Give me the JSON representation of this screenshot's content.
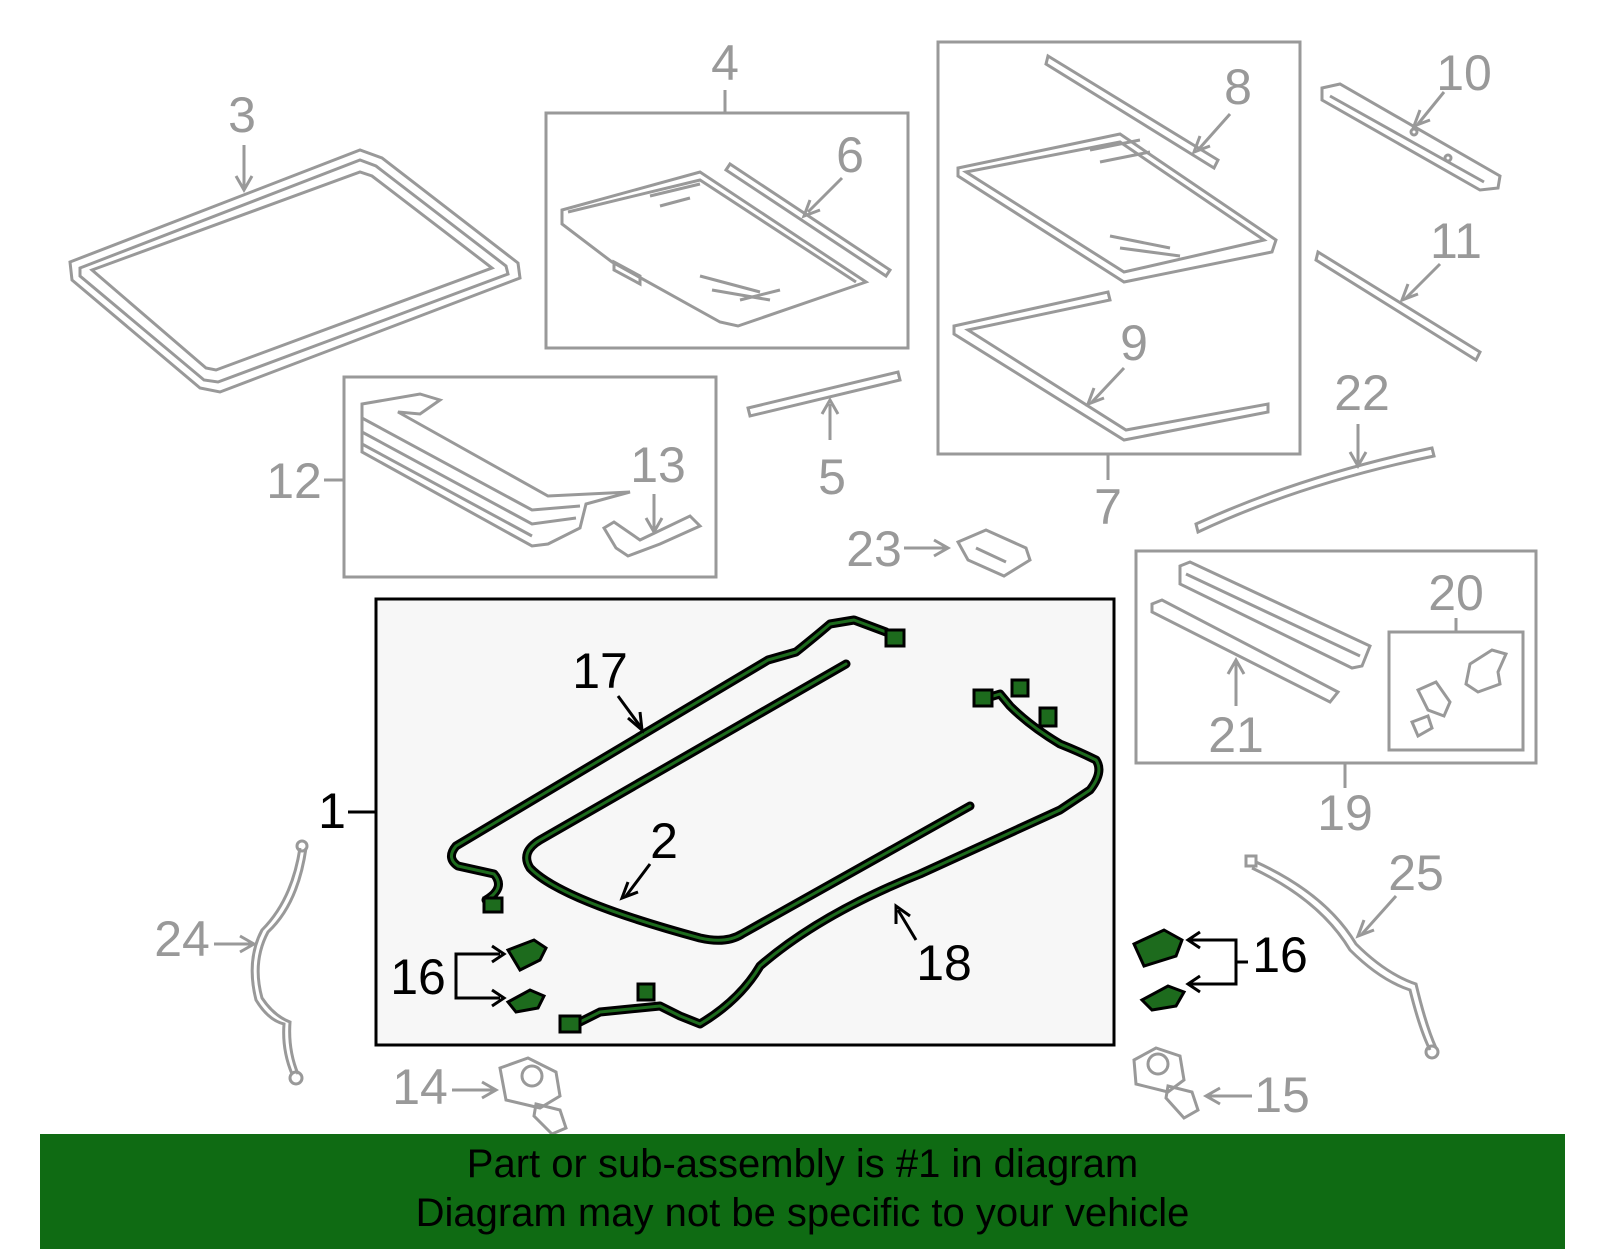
{
  "callouts": {
    "n1": "1",
    "n2": "2",
    "n3": "3",
    "n4": "4",
    "n5": "5",
    "n6": "6",
    "n7": "7",
    "n8": "8",
    "n9": "9",
    "n10": "10",
    "n11": "11",
    "n12": "12",
    "n13": "13",
    "n14": "14",
    "n15": "15",
    "n16a": "16",
    "n16b": "16",
    "n17": "17",
    "n18": "18",
    "n19": "19",
    "n20": "20",
    "n21": "21",
    "n22": "22",
    "n23": "23",
    "n24": "24",
    "n25": "25"
  },
  "banner": {
    "line1": "Part or sub-assembly is #1 in diagram",
    "line2": "Diagram may not be specific to your vehicle"
  },
  "colors": {
    "banner": "#0f6b13",
    "highlight_part": "#1d6b1d",
    "gray_part": "#999999",
    "active_box": "#000000"
  }
}
